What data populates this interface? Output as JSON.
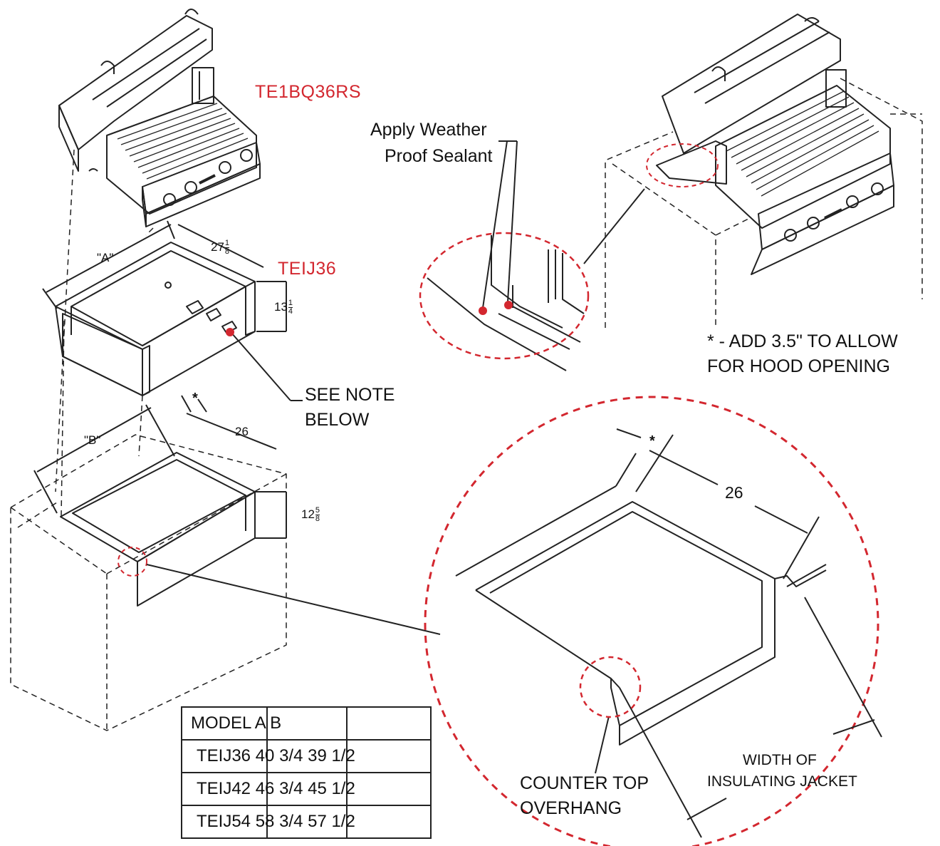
{
  "labels": {
    "grill_model": "TE1BQ36RS",
    "jacket_model": "TEIJ36",
    "sealant_line1": "Apply Weather",
    "sealant_line2": "Proof Sealant",
    "hood_note_line1": "* - ADD 3.5\" TO ALLOW",
    "hood_note_line2": "FOR HOOD OPENING",
    "see_note_line1": "SEE NOTE",
    "see_note_line2": "BELOW",
    "overhang_line1": "COUNTER TOP",
    "overhang_line2": "OVERHANG",
    "width_line1": "WIDTH OF",
    "width_line2": "INSULATING JACKET"
  },
  "dimensions": {
    "jacket_width": "\"A\"",
    "jacket_depth_whole": "27",
    "jacket_depth_num": "1",
    "jacket_depth_den": "8",
    "jacket_height_whole": "13",
    "jacket_height_num": "1",
    "jacket_height_den": "4",
    "cutout_width": "\"B\"",
    "cutout_depth": "26",
    "cutout_height_whole": "12",
    "cutout_height_num": "5",
    "cutout_height_den": "8",
    "hood_mark": "*",
    "detail_depth": "26",
    "detail_mark": "*"
  },
  "colors": {
    "accent_red": "#d3272f",
    "line": "#222222"
  },
  "table": {
    "header": "MODEL A B",
    "rows": [
      "TEIJ36 40 3/4 39 1/2",
      "TEIJ42 46 3/4 45 1/2",
      "TEIJ54 58 3/4 57 1/2"
    ]
  }
}
